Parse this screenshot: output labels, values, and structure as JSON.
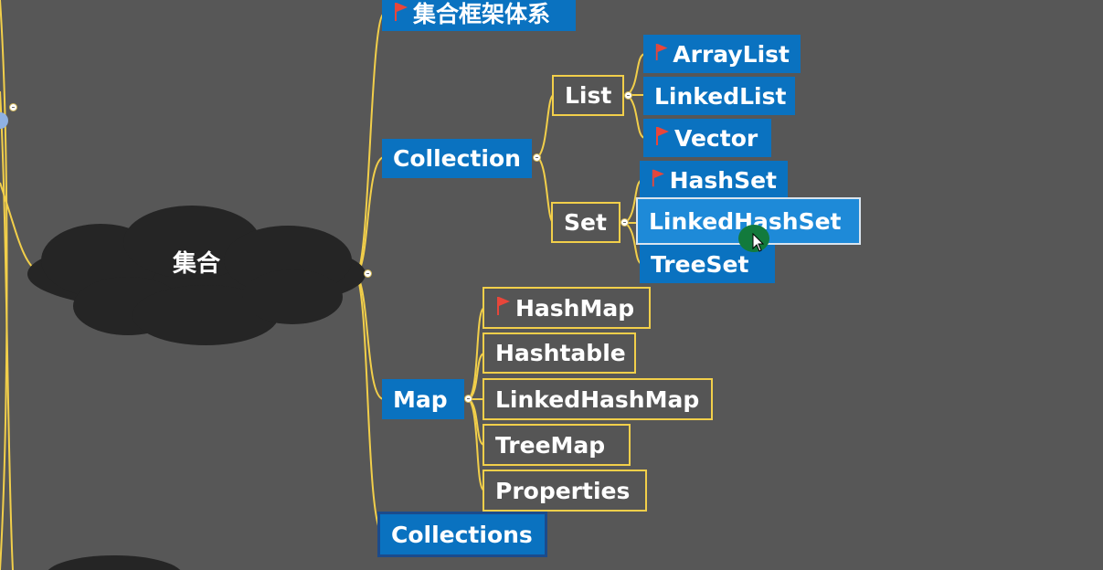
{
  "central_topic": "集合",
  "top_node": "集合框架体系",
  "collection": {
    "label": "Collection",
    "list": {
      "label": "List",
      "children": [
        "ArrayList",
        "LinkedList",
        "Vector"
      ]
    },
    "set": {
      "label": "Set",
      "children": [
        "HashSet",
        "LinkedHashSet",
        "TreeSet"
      ]
    }
  },
  "map": {
    "label": "Map",
    "children": [
      "HashMap",
      "Hashtable",
      "LinkedHashMap",
      "TreeMap",
      "Properties"
    ]
  },
  "collections": "Collections",
  "colors": {
    "background": "#575757",
    "node_blue": "#0a72c0",
    "connector": "#f2cf4a",
    "flag": "#e8463a",
    "cloud": "#252525"
  },
  "icons": [
    "flag-icon",
    "collapse-icon",
    "cursor-icon"
  ]
}
